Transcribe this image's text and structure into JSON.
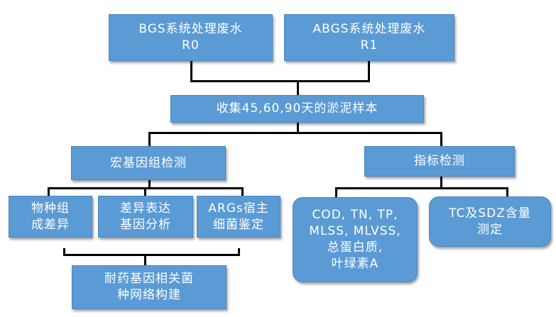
{
  "top": {
    "r0": {
      "line1": "BGS系统处理废水",
      "line2": "R0"
    },
    "r1": {
      "line1": "ABGS系统处理废水",
      "line2": "R1"
    }
  },
  "sample": {
    "label": "收集45,60,90天的淤泥样本"
  },
  "metagenome": {
    "label": "宏基因组检测",
    "children": {
      "species": {
        "line1": "物种组",
        "line2": "成差异"
      },
      "expression": {
        "line1": "差异表达",
        "line2": "基因分析"
      },
      "args_host": {
        "line1": "ARGs宿主",
        "line2": "细菌鉴定"
      }
    },
    "network": {
      "line1": "耐药基因相关菌",
      "line2": "种网络构建"
    }
  },
  "indicators": {
    "label": "指标检测",
    "water": {
      "line1": "COD, TN, TP,",
      "line2": "MLSS, MLVSS,",
      "line3": "总蛋白质,",
      "line4": "叶绿素A"
    },
    "tc": {
      "line1": "TC及SDZ含量",
      "line2": "测定"
    }
  }
}
